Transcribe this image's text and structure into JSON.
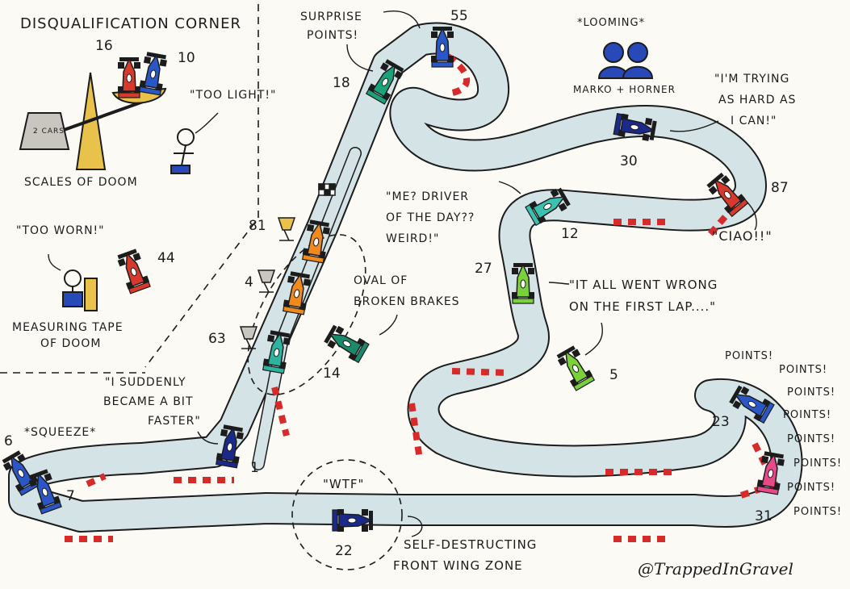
{
  "title": "Disqualification Corner",
  "credit": "@TrappedInGravel",
  "captions": {
    "scales": "Scales of doom",
    "scale_weight": "2 Cars",
    "too_light": "\"Too light!\"",
    "too_worn": "\"Too worn!\"",
    "measuring_1": "Measuring tape",
    "measuring_2": "of doom",
    "looming": "*Looming*",
    "marko_horner": "Marko + Horner",
    "surprise_1": "Surprise",
    "surprise_2": "points!",
    "trying_1": "\"I'm trying",
    "trying_2": "as hard as",
    "trying_3": "I can!\"",
    "ciao": "\"Ciao!!\"",
    "dotd_1": "\"Me? Driver",
    "dotd_2": "of the day??",
    "dotd_3": "Weird!\"",
    "wrong_1": "\"It all went wrong",
    "wrong_2": "on the first lap....\"",
    "oval_1": "Oval of",
    "oval_2": "broken brakes",
    "faster_1": "\"I suddenly",
    "faster_2": "became a bit",
    "faster_3": "faster\"",
    "squeeze": "*Squeeze*",
    "wtf": "\"WTF\"",
    "front_wing_1": "Self-destructing",
    "front_wing_2": "front wing zone",
    "points": [
      "Points!",
      "Points!",
      "Points!",
      "Points!",
      "Points!",
      "Points!",
      "Points!",
      "Points!"
    ]
  },
  "cars": [
    {
      "number": "55",
      "color": "#2a56c6"
    },
    {
      "number": "18",
      "color": "#1aa37a"
    },
    {
      "number": "30",
      "color": "#1b2a8a"
    },
    {
      "number": "87",
      "color": "#d73a2c"
    },
    {
      "number": "12",
      "color": "#3cc0b0"
    },
    {
      "number": "27",
      "color": "#7bd13a"
    },
    {
      "number": "5",
      "color": "#7bd13a"
    },
    {
      "number": "81",
      "color": "#f08a1c"
    },
    {
      "number": "4",
      "color": "#f08a1c"
    },
    {
      "number": "63",
      "color": "#2bb5a0"
    },
    {
      "number": "14",
      "color": "#1a8a6a"
    },
    {
      "number": "1",
      "color": "#1b2a8a"
    },
    {
      "number": "6",
      "color": "#2a56c6"
    },
    {
      "number": "7",
      "color": "#2a56c6"
    },
    {
      "number": "22",
      "color": "#1b2a8a"
    },
    {
      "number": "23",
      "color": "#2a56c6"
    },
    {
      "number": "31",
      "color": "#e64a8a"
    },
    {
      "number": "16",
      "color": "#d73a2c"
    },
    {
      "number": "10",
      "color": "#2a56c6"
    },
    {
      "number": "44",
      "color": "#d73a2c"
    }
  ],
  "colors": {
    "track": "#d4e3e6",
    "kerb_red": "#d72b2b",
    "trophy": "#e8c24a",
    "trophy_silver": "#c9c6c0",
    "scale": "#e8c24a",
    "ink": "#1c1c1c",
    "figure": "#2849b8"
  }
}
